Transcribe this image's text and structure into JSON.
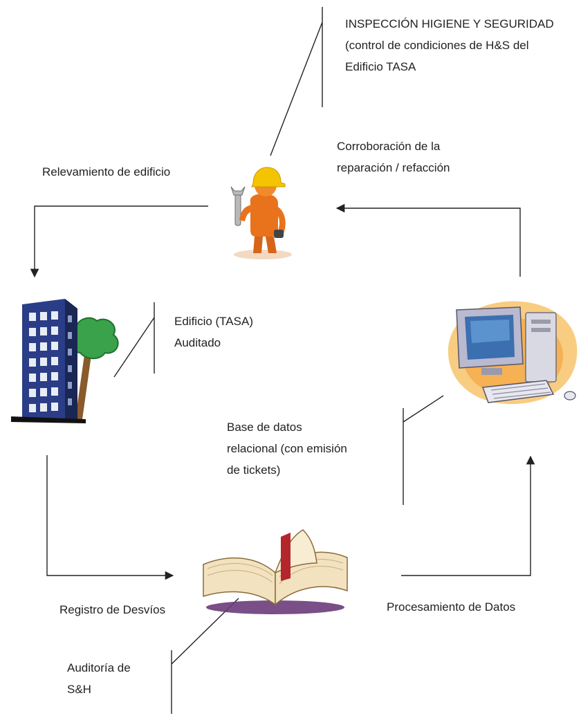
{
  "inspection": {
    "lines": [
      "INSPECCIÓN HIGIENE Y SEGURIDAD",
      "(control de condiciones de H&S del",
      "Edificio TASA"
    ]
  },
  "corroboration": {
    "lines": [
      "Corroboración de la",
      "reparación / refacción"
    ]
  },
  "survey": {
    "lines": [
      "Relevamiento de edificio"
    ]
  },
  "building_audited": {
    "lines": [
      "Edificio (TASA)",
      "Auditado"
    ]
  },
  "database": {
    "lines": [
      "Base de datos",
      "relacional (con emisión",
      "de tickets)"
    ]
  },
  "deviations": {
    "lines": [
      "Registro de Desvíos"
    ]
  },
  "processing": {
    "lines": [
      "Procesamiento de Datos"
    ]
  },
  "audit": {
    "lines": [
      "Auditoría de",
      "S&H"
    ]
  },
  "icons": [
    "worker-icon",
    "building-icon",
    "computer-icon",
    "book-icon"
  ],
  "colors": {
    "line": "#222222",
    "worker_orange": "#e8731c",
    "helmet_yellow": "#f5c400",
    "building_blue": "#2b3d86",
    "tree_green": "#3aa24a",
    "book_red": "#b3262c"
  }
}
